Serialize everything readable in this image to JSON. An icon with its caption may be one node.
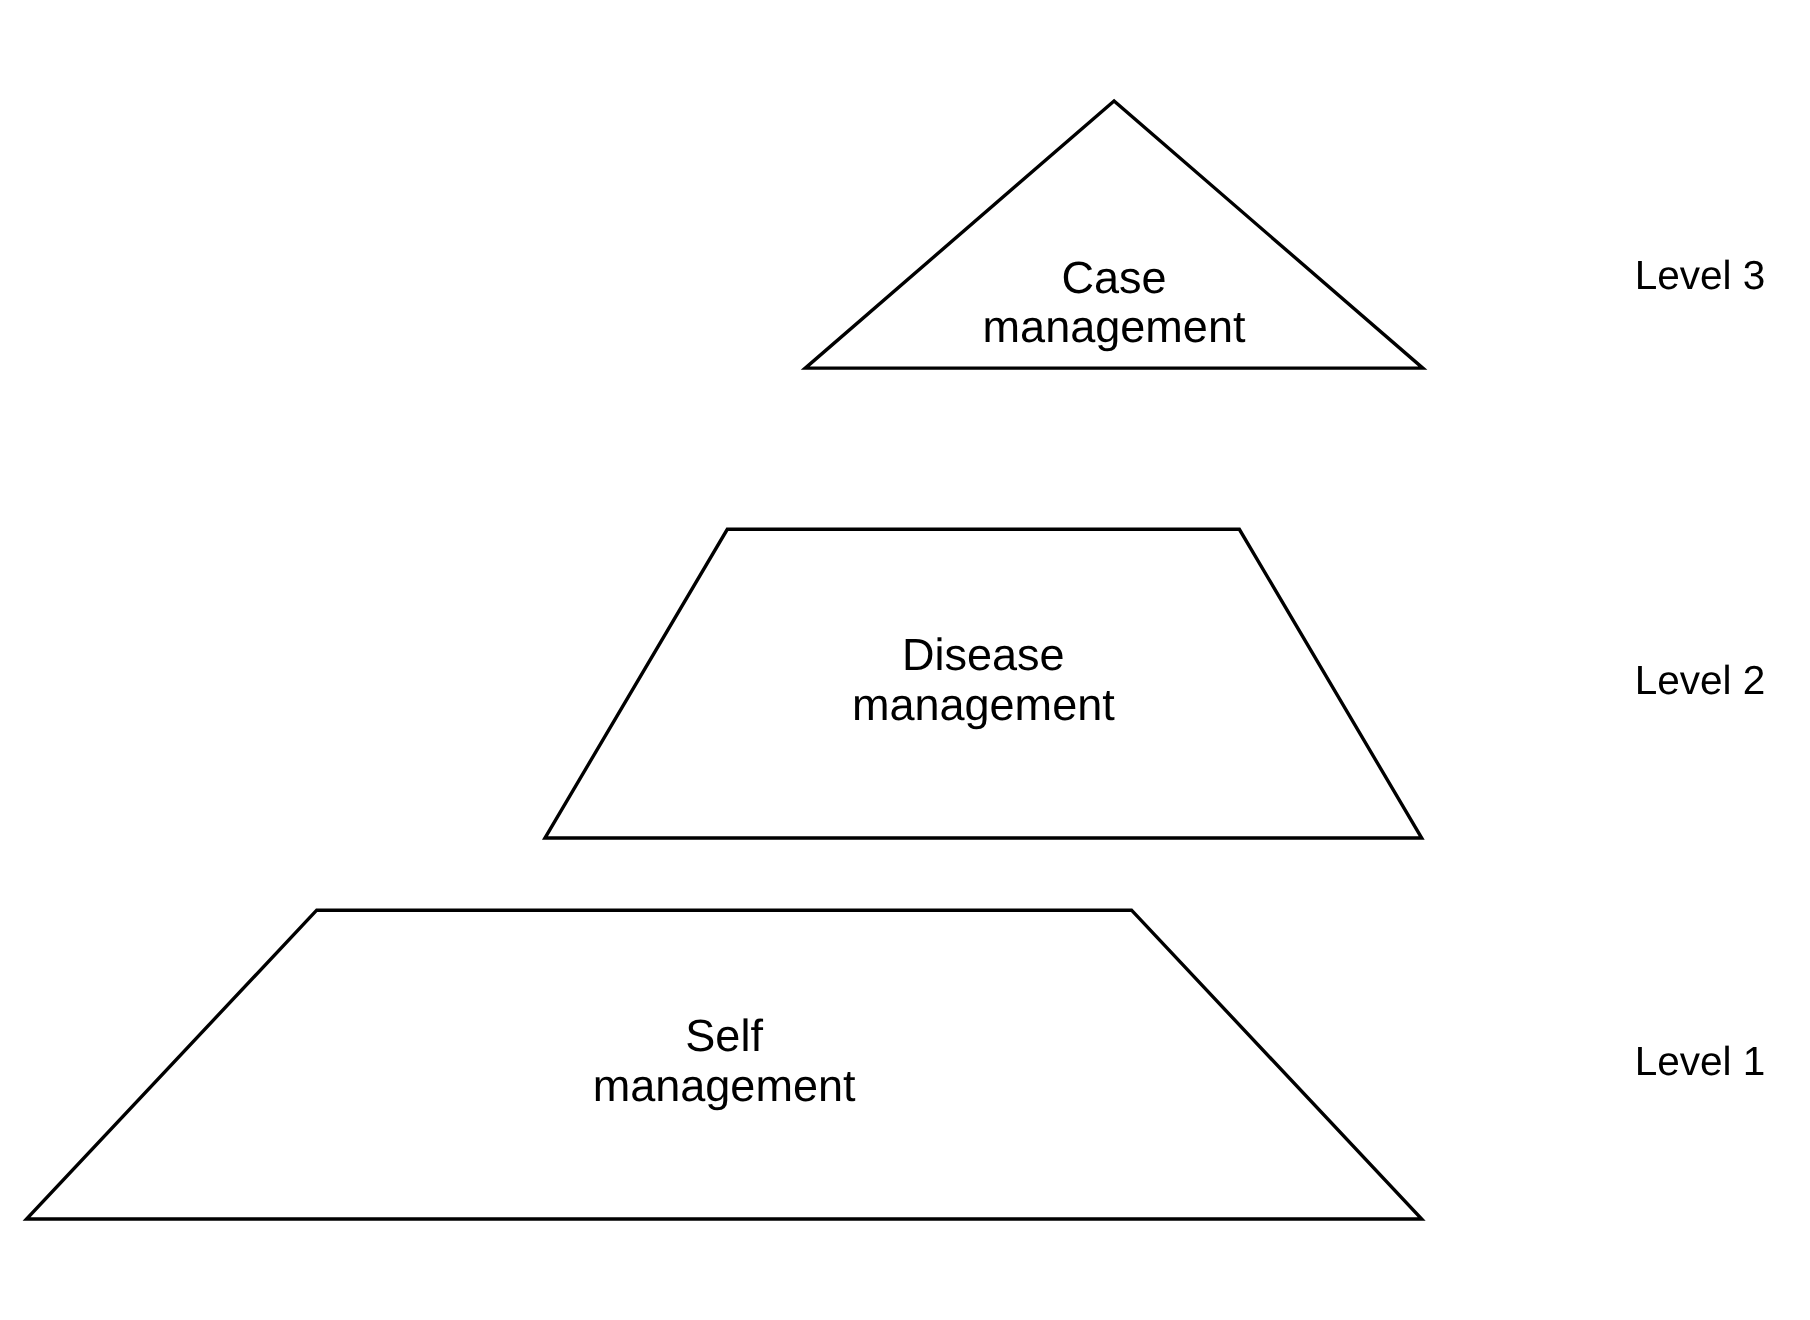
{
  "diagram": {
    "nodes": [
      {
        "text": [
          "Case management"
        ]
      },
      {
        "text": [
          "Disease management"
        ]
      },
      {
        "text": [
          "Self management"
        ]
      }
    ],
    "labels": [
      "Level 3",
      "Level 2",
      "Level 1"
    ]
  }
}
